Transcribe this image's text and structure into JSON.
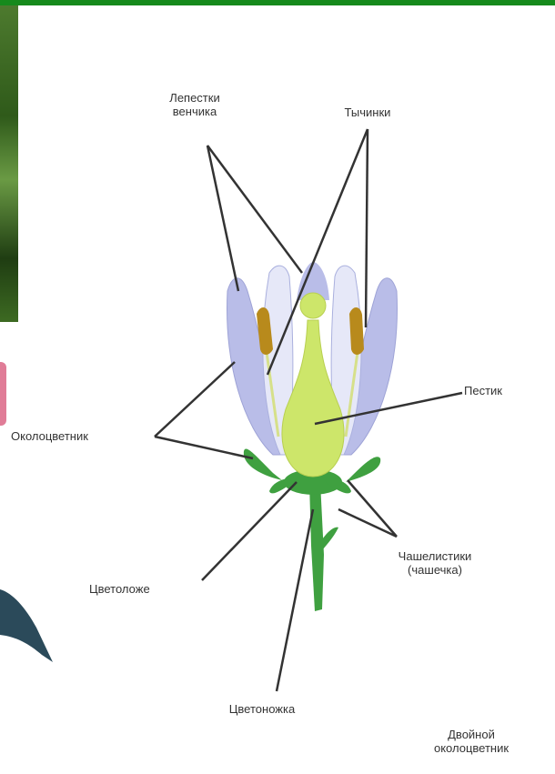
{
  "colors": {
    "top_bar": "#168a1c",
    "petal": "#b9bde8",
    "petal_inner": "#e6e8f8",
    "pistil": "#cde66a",
    "stem": "#3fa040",
    "anther": "#b88a1c",
    "leader_line": "#333333"
  },
  "labels": {
    "petals_line1": "Лепестки",
    "petals_line2": "венчика",
    "stamens": "Тычинки",
    "pistil": "Пестик",
    "perianth": "Околоцветник",
    "sepals_line1": "Чашелистики",
    "sepals_line2": "(чашечка)",
    "receptacle": "Цветоложе",
    "pedicel": "Цветоножка",
    "double_perianth_line1": "Двойной",
    "double_perianth_line2": "околоцветник"
  }
}
